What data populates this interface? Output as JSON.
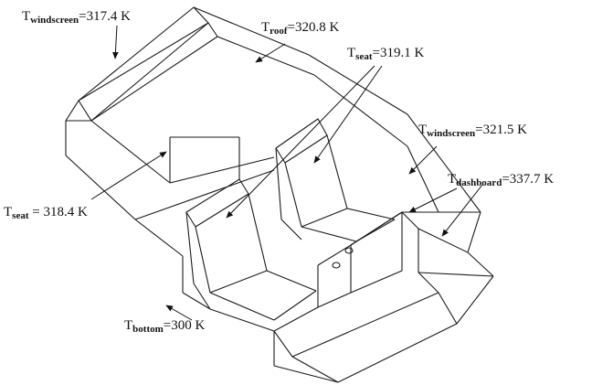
{
  "labels": [
    {
      "id": "windscreen-rear",
      "symbol": "T",
      "sub": "windscreen",
      "value": "=317.4 K"
    },
    {
      "id": "roof",
      "symbol": "T",
      "sub": "roof",
      "value": "=320.8 K"
    },
    {
      "id": "seat-front",
      "symbol": "T",
      "sub": "seat",
      "value": "=319.1 K"
    },
    {
      "id": "windscreen-front",
      "symbol": "T",
      "sub": "windscreen",
      "value": "=321.5 K"
    },
    {
      "id": "dashboard",
      "symbol": "T",
      "sub": "dashboard",
      "value": "=337.7 K"
    },
    {
      "id": "seat-rear",
      "symbol": "T",
      "sub": "seat",
      "value": " = 318.4 K"
    },
    {
      "id": "bottom",
      "symbol": "T",
      "sub": "bottom",
      "value": "=300 K"
    }
  ],
  "colors": {
    "line": "#1a1a1a",
    "text": "#111111",
    "background": "#ffffff"
  }
}
